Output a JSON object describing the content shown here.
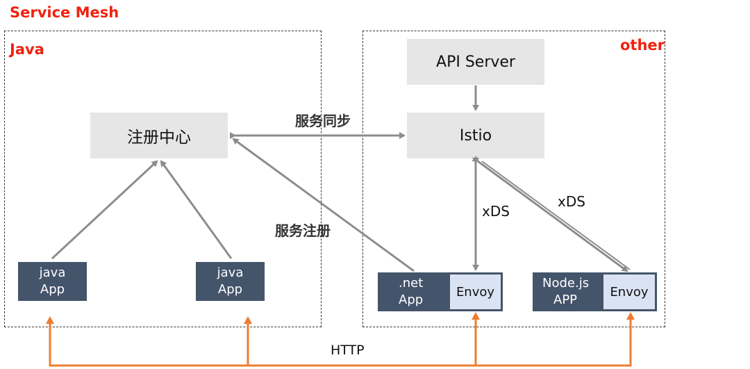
{
  "title": "Service Mesh",
  "regions": {
    "java": {
      "label": "Java"
    },
    "other": {
      "label": "other"
    }
  },
  "nodes": {
    "registry": "注册中心",
    "api_server": "API Server",
    "istio": "Istio",
    "java_app_1": [
      "java",
      "App"
    ],
    "java_app_2": [
      "java",
      "App"
    ],
    "net_app": [
      ".net",
      "App"
    ],
    "net_envoy": "Envoy",
    "node_app": [
      "Node.js",
      "APP"
    ],
    "node_envoy": "Envoy"
  },
  "edges": {
    "service_sync": "服务同步",
    "service_register": "服务注册",
    "xds_1": "xDS",
    "xds_2": "xDS",
    "http": "HTTP"
  },
  "colors": {
    "title_red": "#f0220f",
    "gray_arrow": "#8c8c8c",
    "orange_arrow": "#ed7d31",
    "app_box": "#44546a",
    "envoy_box": "#dae3f3",
    "service_box": "#e6e6e6"
  }
}
